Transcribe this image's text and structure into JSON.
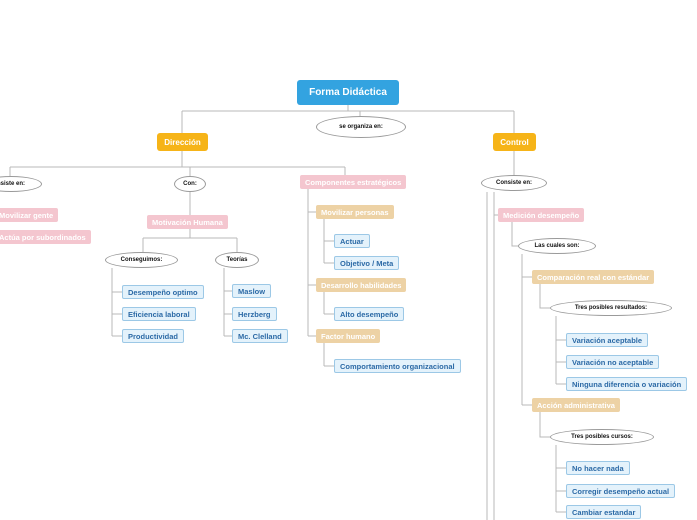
{
  "root": "Forma Didáctica",
  "connector_top": "se organiza en:",
  "direccion": {
    "label": "Dirección",
    "consiste_en": "nsiste en:",
    "movilizar_gente": "Movilizar gente",
    "actua_por": "Actúa por subordinados",
    "con": "Con:",
    "motivacion": "Motivación Humana",
    "conseguimos": "Conseguimos:",
    "teorias": "Teorías",
    "conseguimos_items": [
      "Desempeño optimo",
      "Eficiencia laboral",
      "Productividad"
    ],
    "teorias_items": [
      "Maslow",
      "Herzberg",
      "Mc. Clelland"
    ],
    "componentes": "Componentes estratégicos",
    "movilizar_personas": "Movilizar personas",
    "actuar": "Actuar",
    "objetivo": "Objetivo / Meta",
    "desarrollo": "Desarrollo habilidades",
    "alto": "Alto desempeño",
    "factor": "Factor humano",
    "comportamiento": "Comportamiento organizacional"
  },
  "control": {
    "label": "Control",
    "consiste_en": "Consiste en:",
    "medicion": "Medición desempeño",
    "cuales": "Las cuales son:",
    "comparacion": "Comparación real con estándar",
    "tres_resultados": "Tres posibles resultados:",
    "resultados": [
      "Variación aceptable",
      "Variación no aceptable",
      "Ninguna diferencia o variación"
    ],
    "accion": "Acción administrativa",
    "tres_cursos": "Tres posibles cursos:",
    "cursos": [
      "No hacer nada",
      "Corregir desempeño actual",
      "Cambiar estandar"
    ]
  },
  "colors": {
    "root": "#33a3e0",
    "main": "#f6b418",
    "pink": "#f4c6cf",
    "tan": "#edd2a5",
    "leaf_bg": "#e4f2fb",
    "leaf_text": "#2c6aa6"
  }
}
